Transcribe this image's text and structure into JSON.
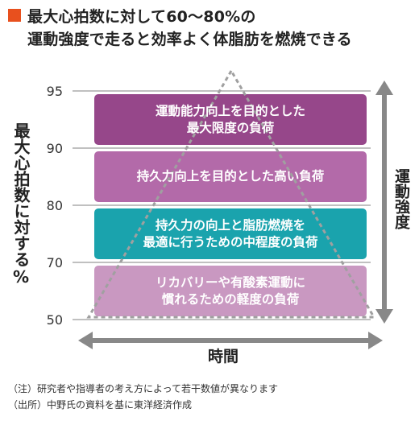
{
  "title": {
    "line1": "最大心拍数に対して60〜80%の",
    "line2": "運動強度で走ると効率よく体脂肪を燃焼できる",
    "marker_color": "#e8501e"
  },
  "y_axis": {
    "label": "最大心拍数に対する%",
    "ticks": [
      "95",
      "90",
      "80",
      "70",
      "50"
    ]
  },
  "bands": [
    {
      "text": "運動能力向上を目的とした\n最大限度の負荷",
      "color": "#96478a"
    },
    {
      "text": "持久力向上を目的とした高い負荷",
      "color": "#b36aa9"
    },
    {
      "text": "持久力の向上と脂肪燃焼を\n最適に行うための中程度の負荷",
      "color": "#1aa3ad"
    },
    {
      "text": "リカバリーや有酸素運動に\n慣れるための軽度の負荷",
      "color": "#c998c1"
    }
  ],
  "right_axis": {
    "label": "運動強度"
  },
  "x_axis": {
    "label": "時間"
  },
  "notes": {
    "note1": "（注）研究者や指導者の考え方によって若干数値が異なります",
    "note2": "（出所）中野氏の資料を基に東洋経済作成"
  },
  "colors": {
    "gridline": "#9a9a9a",
    "arrow": "#888888",
    "triangle": "#a0a0a0"
  }
}
